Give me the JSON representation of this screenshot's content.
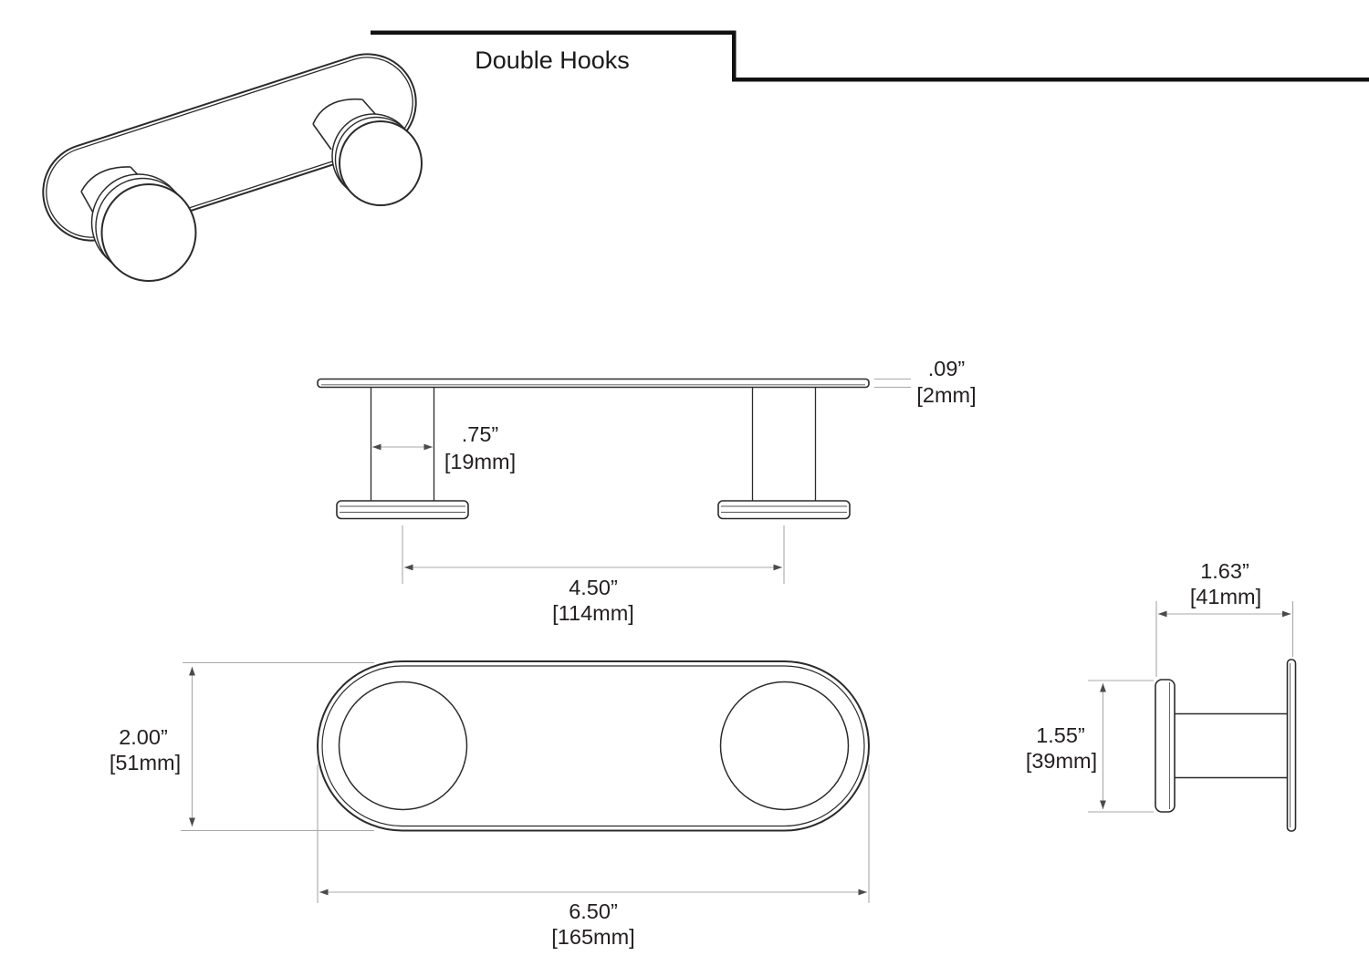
{
  "title_block": {
    "title": "Double Hooks"
  },
  "colors": {
    "part_line": "#2b2b2b",
    "dimension_line": "#a8a8a8",
    "arrowhead": "#4a4a4a",
    "text": "#231f20",
    "border": "#111111",
    "background": "#ffffff"
  },
  "views": {
    "front": {
      "dims": {
        "plate_thickness": {
          "inch": ".09”",
          "metric": "[2mm]"
        },
        "post_width": {
          "inch": ".75”",
          "metric": "[19mm]"
        },
        "hook_spacing": {
          "inch": "4.50”",
          "metric": "[114mm]"
        }
      }
    },
    "plan": {
      "dims": {
        "plate_height": {
          "inch": "2.00”",
          "metric": "[51mm]"
        },
        "plate_length": {
          "inch": "6.50”",
          "metric": "[165mm]"
        }
      }
    },
    "side": {
      "dims": {
        "projection": {
          "inch": "1.63”",
          "metric": "[41mm]"
        },
        "cap_diameter": {
          "inch": "1.55”",
          "metric": "[39mm]"
        }
      }
    }
  }
}
